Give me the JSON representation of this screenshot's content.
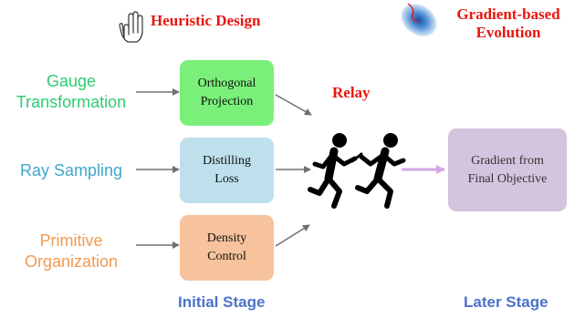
{
  "header": {
    "heuristic_icon": "hand-icon",
    "heuristic_label": "Heuristic Design",
    "gradient_icon": "gradient-blob-icon",
    "gradient_label_line1": "Gradient-based",
    "gradient_label_line2": "Evolution"
  },
  "inputs": [
    {
      "line1": "Gauge",
      "line2": "Transformation",
      "color": "#2ecc71"
    },
    {
      "line1": "Ray Sampling",
      "line2": "",
      "color": "#3fa7cc"
    },
    {
      "line1": "Primitive",
      "line2": "Organization",
      "color": "#f39b52"
    }
  ],
  "stages": [
    {
      "line1": "Orthogonal",
      "line2": "Projection",
      "fill": "#7af07a"
    },
    {
      "line1": "Distilling",
      "line2": "Loss",
      "fill": "#bde0ec"
    },
    {
      "line1": "Density",
      "line2": "Control",
      "fill": "#f7c39c"
    }
  ],
  "relay": {
    "label": "Relay",
    "icon": "relay-runners-icon"
  },
  "target": {
    "line1": "Gradient from",
    "line2": "Final Objective",
    "fill": "#d4c4df"
  },
  "footer": {
    "initial_stage": "Initial Stage",
    "later_stage": "Later Stage"
  },
  "colors": {
    "accent_red": "#e8150f",
    "stage_blue": "#4a72c9",
    "arrow_gray": "#707070",
    "arrow_purple": "#d3a6e3"
  }
}
